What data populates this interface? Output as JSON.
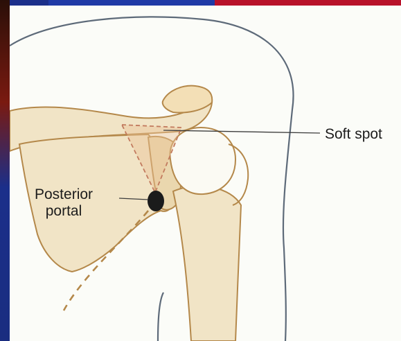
{
  "diagram": {
    "labels": {
      "soft_spot": "Soft spot",
      "posterior_line1": "Posterior",
      "posterior_line2": "portal"
    },
    "colors": {
      "paper": "#fbfcf8",
      "bone_fill": "#f1e4c6",
      "bone_outline": "#b4884a",
      "skin_outline": "#5d6a79",
      "triangle_dashes": "#c27a5e",
      "portal_fill": "#1b1b1b",
      "frame_blue": "#1b2f8a",
      "frame_red": "#b8122a"
    }
  }
}
